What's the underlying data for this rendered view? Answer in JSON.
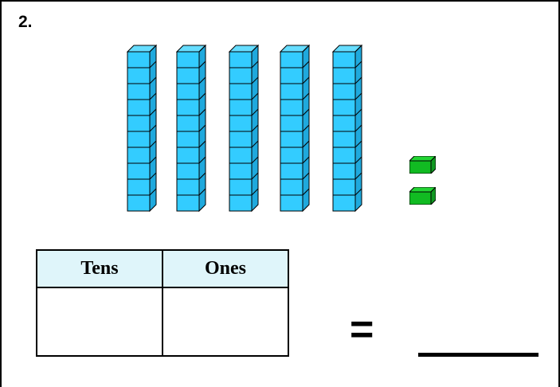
{
  "problem": {
    "number_label": "2."
  },
  "blocks": {
    "tens_rods": 5,
    "cubes_per_rod": 10,
    "ones_cubes": 2,
    "tens_color": "#33ccff",
    "ones_color": "#11bb22"
  },
  "place_value_table": {
    "headers": [
      "Tens",
      "Ones"
    ],
    "header_fill": "#dff5fa",
    "answers": [
      "",
      ""
    ]
  },
  "equation": {
    "equals_symbol": "="
  }
}
